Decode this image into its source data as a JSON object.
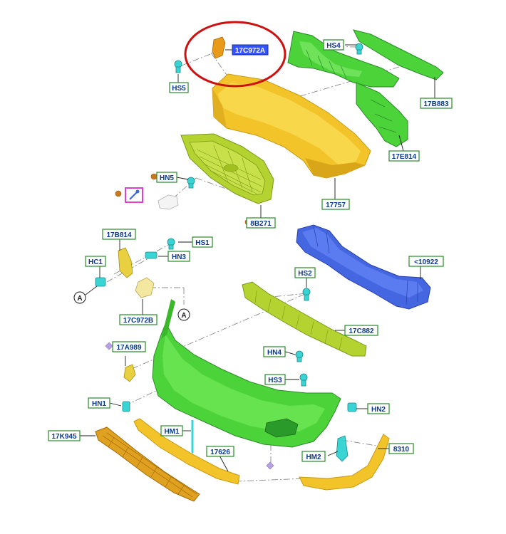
{
  "title": "",
  "colors": {
    "green_label_border": "#2a8a2a",
    "green_label_fill": "#ffffff",
    "blue_label_fill": "#3355ff",
    "magenta_label_border": "#e040d0",
    "highlight_circle": "#cc1111",
    "part_green": "#4cd33a",
    "part_yellow": "#f2c42a",
    "part_blue": "#4466e0",
    "part_olive": "#b4d230",
    "part_cyan": "#3ad4d4"
  },
  "callouts": {
    "c17C972A": "17C972A",
    "hs5": "HS5",
    "hs4": "HS4",
    "b883": "17B883",
    "e814": "17E814",
    "hn5": "HN5",
    "p17757": "17757",
    "b271": "8B271",
    "b814": "17B814",
    "hs1": "HS1",
    "hc1": "HC1",
    "hn3": "HN3",
    "r10922": "<10922",
    "hs2": "HS2",
    "c972b": "17C972B",
    "c882": "17C882",
    "a989": "17A989",
    "hn4": "HN4",
    "hs3": "HS3",
    "hn1": "HN1",
    "hn2": "HN2",
    "hm1": "HM1",
    "k945": "17K945",
    "p17626": "17626",
    "p8310": "8310",
    "hm2": "HM2"
  },
  "markers": {
    "a1": "A",
    "a2": "A"
  },
  "icons": {
    "clip": "clip-icon",
    "fastener": "fastener-icon",
    "sensor_wrench": "sensor-wrench-icon"
  }
}
